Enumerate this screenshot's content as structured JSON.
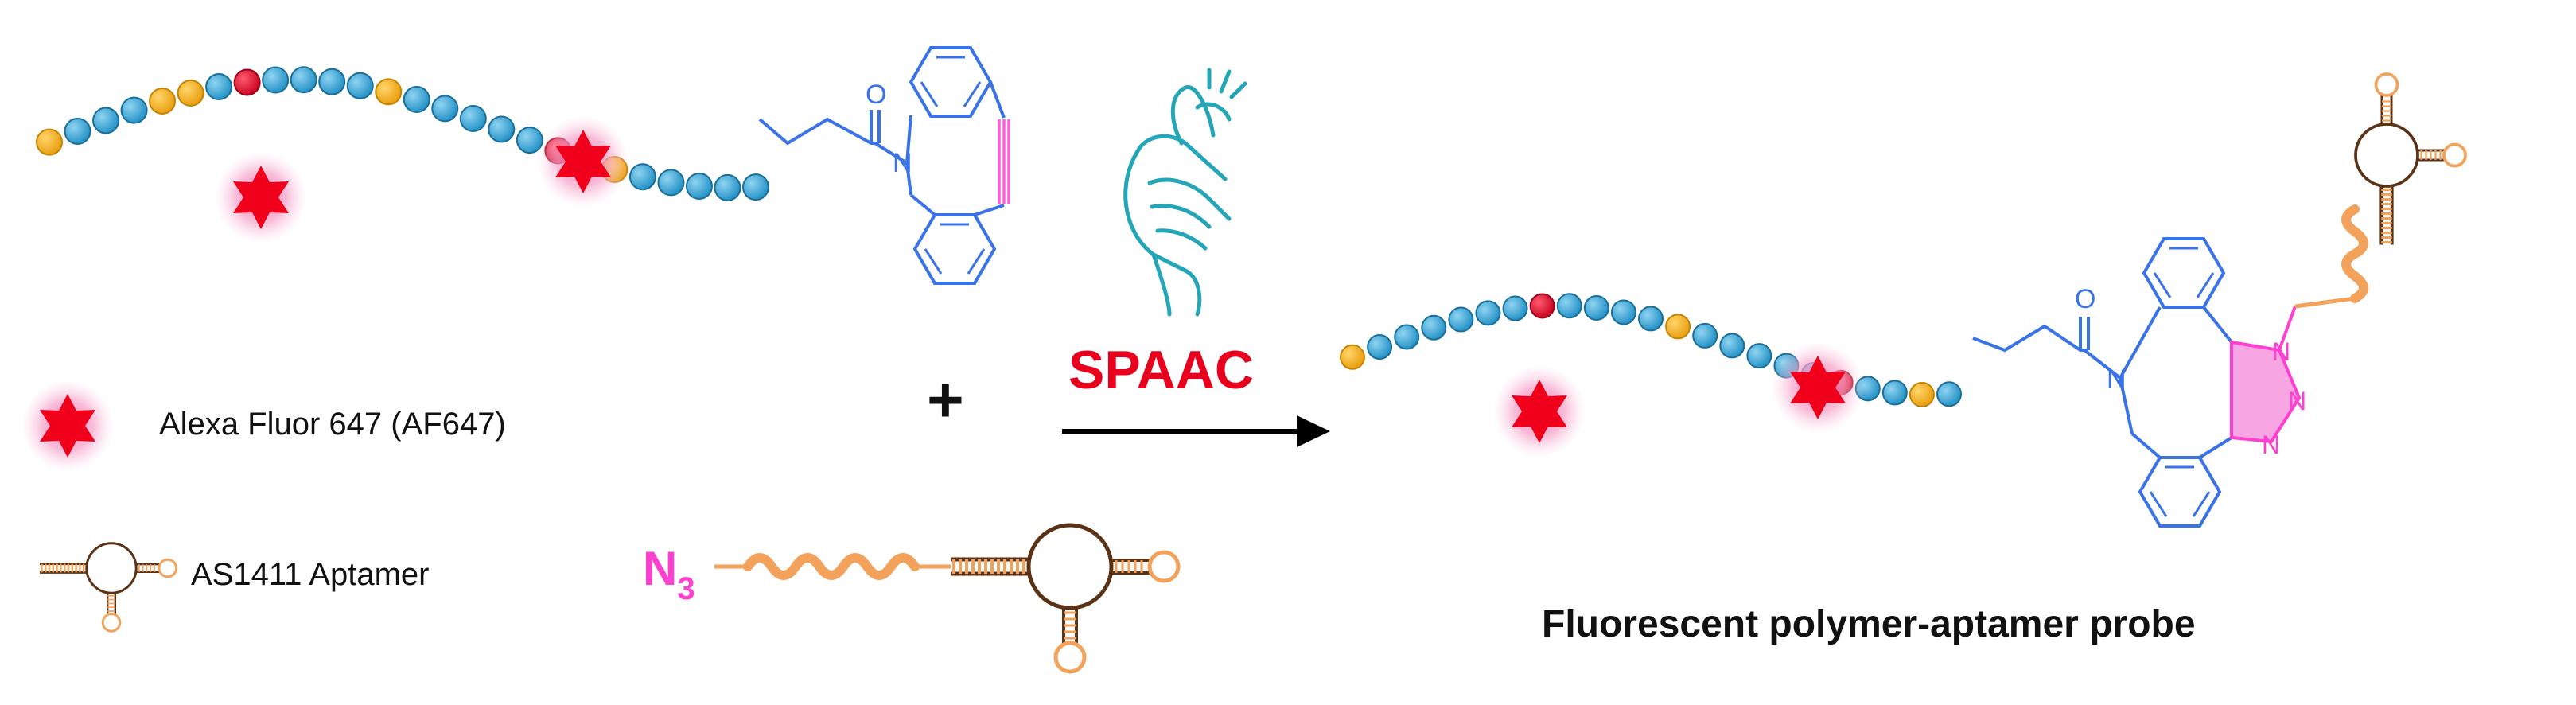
{
  "colors": {
    "bead_blue": "#37a8d8",
    "bead_yellow": "#f5b21b",
    "bead_red": "#e4002b",
    "star_red": "#f0001b",
    "glow_pink": "#f6a0c8",
    "structure_blue": "#3a73e8",
    "alkyne_pink": "#ff5fd6",
    "triazole_fill": "#f7a6e3",
    "aptamer_brown": "#5b3216",
    "aptamer_orange": "#f2a25a",
    "spaac_red": "#e8001c",
    "hand_teal": "#22a6b8",
    "text_black": "#111111"
  },
  "legend": {
    "fluor_label": "Alexa Fluor 647 (AF647)",
    "aptamer_label": "AS1411 Aptamer"
  },
  "reaction": {
    "plus": "+",
    "spaac": "SPAAC",
    "azide_symbol": "N",
    "azide_subscript": "3"
  },
  "reactant": {
    "carbonyl_o": "O",
    "amide_n": "N"
  },
  "product": {
    "carbonyl_o": "O",
    "amide_n": "N",
    "triazole_n1": "N",
    "triazole_n2": "N",
    "triazole_n3": "N",
    "caption": "Fluorescent polymer-aptamer probe"
  },
  "icons": [
    "star-fluorophore-icon",
    "aptamer-hairpin-icon",
    "snap-hand-icon",
    "reaction-arrow-icon"
  ]
}
